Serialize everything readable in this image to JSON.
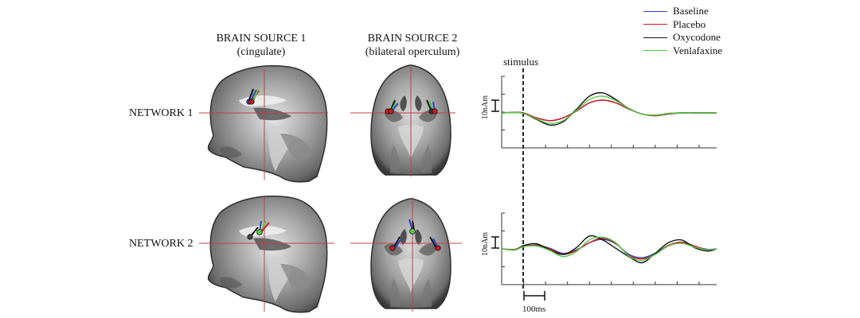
{
  "columns": [
    {
      "title": "BRAIN SOURCE 1",
      "subtitle": "(cingulate)"
    },
    {
      "title": "BRAIN SOURCE 2",
      "subtitle": "(bilateral operculum)"
    }
  ],
  "rows": [
    {
      "label": "NETWORK 1"
    },
    {
      "label": "NETWORK 2"
    }
  ],
  "annotations": {
    "stimulus": "stimulus",
    "amplitude_scale": "10nAm",
    "time_scale": "100ms"
  },
  "colors": {
    "Baseline": "#2a45c8",
    "Placebo": "#d01818",
    "Oxycodone": "#111111",
    "Venlafaxine": "#55cc44"
  },
  "chart_data": [
    {
      "type": "line",
      "title": "",
      "xlabel": "",
      "ylabel": "",
      "x_unit": "ms",
      "y_unit": "nAm",
      "stimulus_x": 0,
      "xlim": [
        -100,
        880
      ],
      "x": [
        -100,
        -40,
        0,
        60,
        120,
        180,
        240,
        300,
        360,
        420,
        480,
        540,
        600,
        660,
        720,
        780,
        840,
        880
      ],
      "series": [
        {
          "name": "Baseline",
          "values": [
            0,
            0.5,
            0,
            -4.5,
            -7,
            -4.5,
            1.5,
            9,
            11.5,
            9,
            3.5,
            -1,
            -2.5,
            -1,
            0,
            0,
            0,
            0
          ]
        },
        {
          "name": "Placebo",
          "values": [
            0,
            0.5,
            0,
            -4.5,
            -7,
            -4.5,
            1.5,
            9,
            11.5,
            9,
            3.5,
            -1,
            -2.5,
            -1,
            0,
            0,
            0,
            0
          ]
        },
        {
          "name": "Oxycodone",
          "values": [
            0,
            0.3,
            -0.5,
            -6,
            -11,
            -8,
            3,
            15,
            18,
            12,
            4,
            -1,
            -2,
            -0.5,
            0,
            0,
            0,
            0
          ]
        },
        {
          "name": "Venlafaxine",
          "values": [
            0,
            0.3,
            -0.5,
            -5.5,
            -9.5,
            -7,
            2,
            12,
            15,
            11,
            4,
            -1,
            -2,
            -0.5,
            0,
            0,
            0,
            0
          ]
        }
      ],
      "grid": false,
      "legend_position": "top-right"
    },
    {
      "type": "line",
      "title": "",
      "xlabel": "",
      "ylabel": "",
      "x_unit": "ms",
      "y_unit": "nAm",
      "stimulus_x": 0,
      "xlim": [
        -100,
        880
      ],
      "x": [
        -100,
        -40,
        0,
        60,
        120,
        180,
        240,
        300,
        360,
        420,
        480,
        540,
        600,
        660,
        720,
        780,
        840,
        880
      ],
      "series": [
        {
          "name": "Baseline",
          "values": [
            0,
            -0.5,
            2,
            3.5,
            0.5,
            -4,
            -1,
            5.5,
            8.5,
            4.5,
            -5,
            -8,
            -4,
            3,
            5,
            2,
            -0.5,
            0
          ]
        },
        {
          "name": "Placebo",
          "values": [
            0,
            -0.5,
            2.5,
            3,
            0,
            -5,
            -1.5,
            5.5,
            9.5,
            5,
            -6,
            -9,
            -5,
            3,
            6,
            2.5,
            -1,
            0
          ]
        },
        {
          "name": "Oxycodone",
          "values": [
            0,
            -1,
            3,
            4.5,
            -1,
            -5,
            1,
            11.5,
            8,
            0.5,
            -7,
            -12.5,
            -4,
            5.5,
            8,
            1,
            -2,
            0
          ]
        },
        {
          "name": "Venlafaxine",
          "values": [
            0,
            -1,
            2,
            2.5,
            -1.5,
            -7,
            -2.5,
            8,
            10.5,
            5.5,
            -6.5,
            -10.5,
            -5,
            2.5,
            5,
            1.5,
            -1,
            0
          ]
        }
      ],
      "grid": false,
      "legend_position": "top-right"
    }
  ]
}
